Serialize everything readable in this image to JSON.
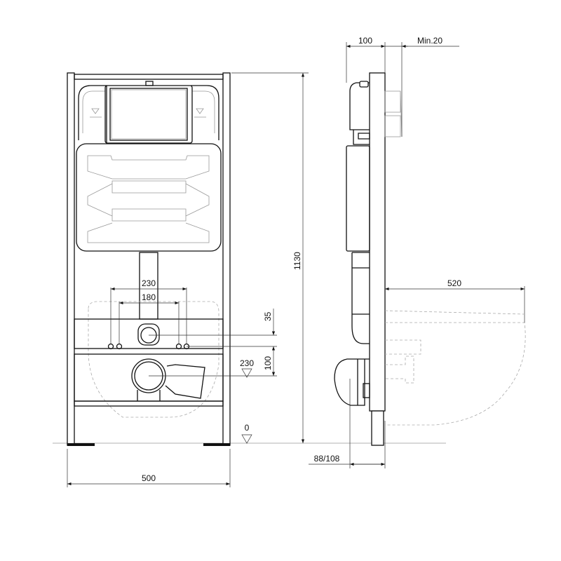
{
  "front_view": {
    "width_label": "500",
    "height_label": "1130",
    "outer_spacing_label": "230",
    "inner_spacing_label": "180",
    "offset_35_label": "35",
    "offset_100_label": "100",
    "drain_level_label": "230",
    "floor_level_label": "0"
  },
  "side_view": {
    "depth_label": "100",
    "min_gap_label": "Min.20",
    "bowl_projection_label": "520",
    "drain_offset_label": "88/108"
  }
}
